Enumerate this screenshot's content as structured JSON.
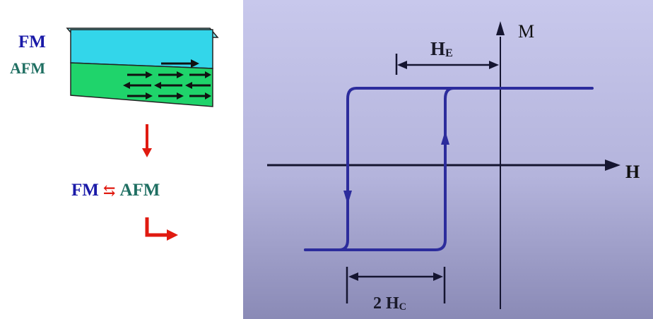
{
  "left_panel": {
    "fm_label": "FM",
    "afm_label": "AFM",
    "coupling": {
      "fm": "FM",
      "symbol": "⇆",
      "afm": "AFM"
    }
  },
  "plot": {
    "m_axis_label": "M",
    "h_axis_label": "H",
    "exchange_bias_label": {
      "main": "H",
      "sub": "E"
    },
    "coercivity_label": {
      "prefix": "2 H",
      "sub": "C"
    }
  },
  "colors": {
    "fm_text": "#1a1aa8",
    "afm_text": "#1f6f62",
    "arrow_red": "#e01a10",
    "fm_layer": "#33d6ea",
    "afm_layer": "#1fd46b",
    "loop": "#2c2c9c",
    "plot_bg_top": "#c8c8ec",
    "plot_bg_bottom": "#8a8ab6"
  }
}
